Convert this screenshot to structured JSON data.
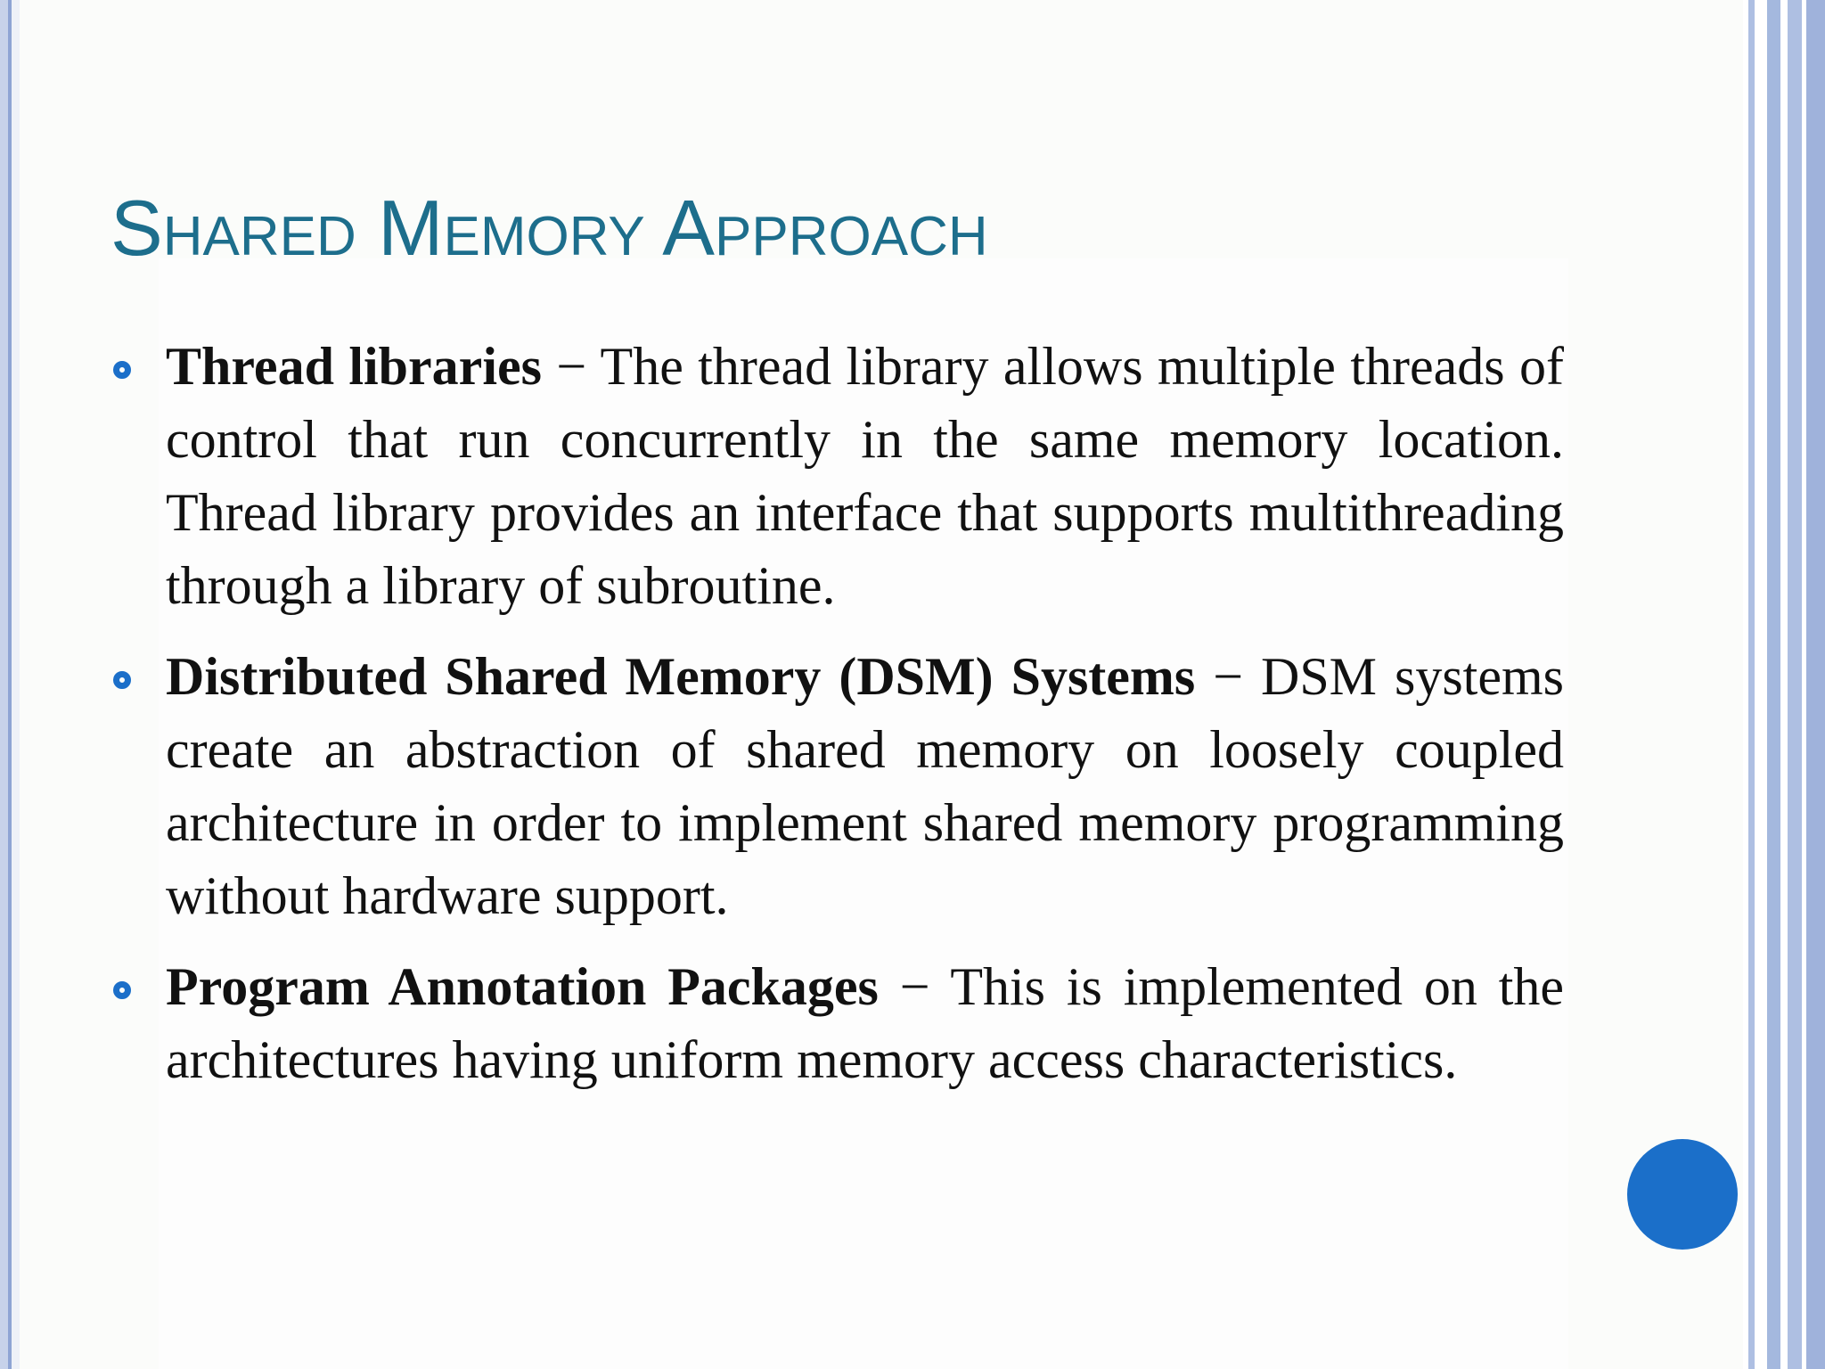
{
  "slide": {
    "title": "Shared Memory Approach",
    "bullets": [
      {
        "term": "Thread libraries",
        "separator": " − ",
        "description": "The thread library allows multiple threads of control that run concurrently in the same memory location. Thread library provides an interface that supports multithreading through a library of subroutine."
      },
      {
        "term": "Distributed Shared Memory (DSM) Systems",
        "separator": " − ",
        "description": "DSM systems create an abstraction of shared memory on loosely coupled architecture in order to implement shared memory programming without hardware support."
      },
      {
        "term": "Program Annotation Packages",
        "separator": " − ",
        "description": "This is implemented on the architectures having uniform memory access characteristics."
      }
    ]
  },
  "colors": {
    "title": "#1d6e8c",
    "accent_blue": "#1b6fc9",
    "stripe_blue": "#a4b8de",
    "body_text": "#111111"
  }
}
